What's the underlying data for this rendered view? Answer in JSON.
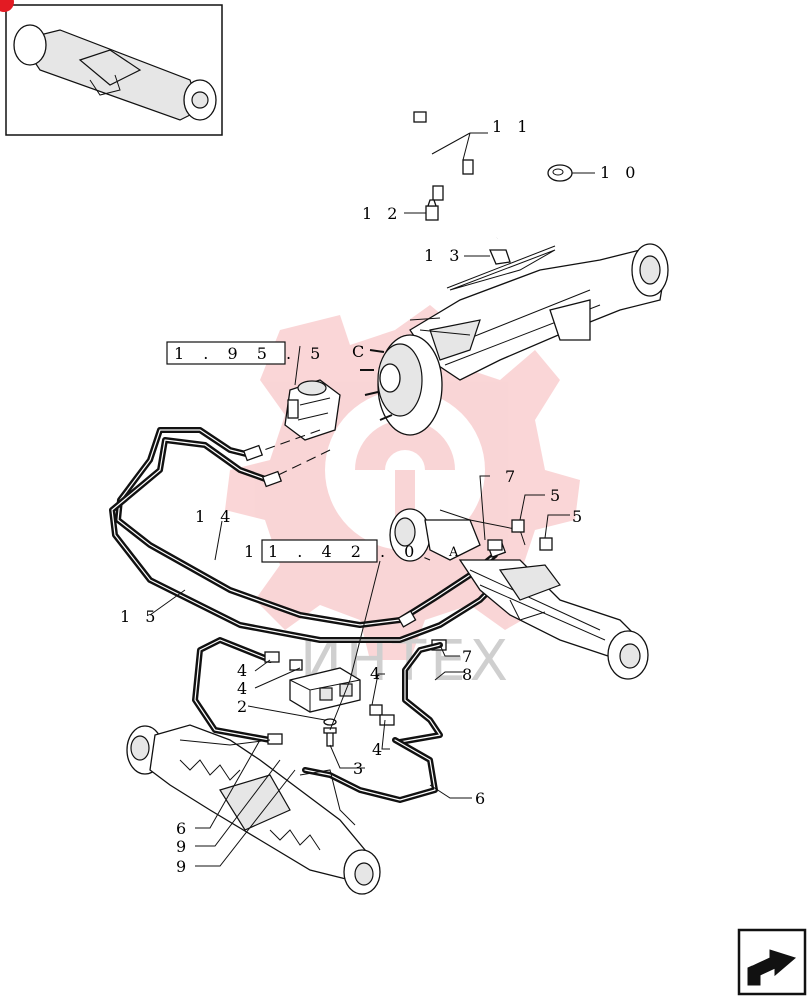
{
  "thumbnail": {
    "marker_color": "#e31b23"
  },
  "watermark": {
    "text": "ИНТЕХ",
    "color": "#ee3333"
  },
  "reference_boxes": [
    {
      "id": "ref-1-95-5",
      "label": "1 . 9 5 . 5"
    },
    {
      "id": "ref-1-42-0",
      "label": "1 . 4 2 . 0"
    }
  ],
  "callouts": [
    {
      "id": "11",
      "label": "1 1"
    },
    {
      "id": "10",
      "label": "1 0"
    },
    {
      "id": "12",
      "label": "1 2"
    },
    {
      "id": "13",
      "label": "1 3"
    },
    {
      "id": "C",
      "label": "C"
    },
    {
      "id": "A",
      "label": "A"
    },
    {
      "id": "14",
      "label": "1 4"
    },
    {
      "id": "15",
      "label": "1 5"
    },
    {
      "id": "1",
      "label": "1"
    },
    {
      "id": "7a",
      "label": "7"
    },
    {
      "id": "5a",
      "label": "5"
    },
    {
      "id": "5b",
      "label": "5"
    },
    {
      "id": "7b",
      "label": "7"
    },
    {
      "id": "8",
      "label": "8"
    },
    {
      "id": "4a",
      "label": "4"
    },
    {
      "id": "4b",
      "label": "4"
    },
    {
      "id": "4c",
      "label": "4"
    },
    {
      "id": "4d",
      "label": "4"
    },
    {
      "id": "2",
      "label": "2"
    },
    {
      "id": "3",
      "label": "3"
    },
    {
      "id": "6a",
      "label": "6"
    },
    {
      "id": "6b",
      "label": "6"
    },
    {
      "id": "9a",
      "label": "9"
    },
    {
      "id": "9b",
      "label": "9"
    }
  ],
  "nav": {
    "icon": "next-page-arrow-icon"
  }
}
